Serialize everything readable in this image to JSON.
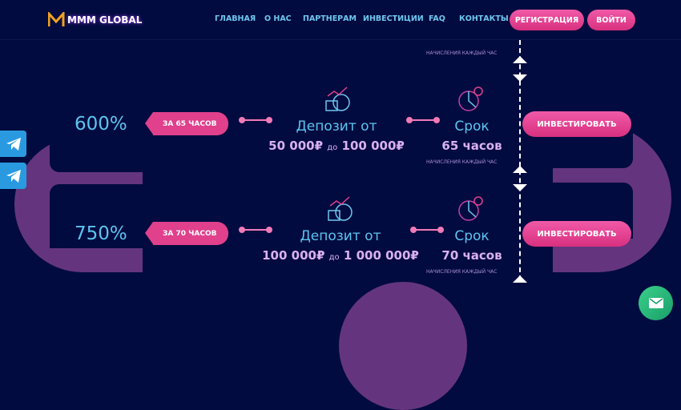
{
  "header": {
    "logo": "MMM GLOBAL",
    "nav": [
      "ГЛАВНАЯ",
      "О НАС",
      "ПАРТНЕРАМ",
      "ИНВЕСТИЦИИ",
      "FAQ",
      "КОНТАКТЫ"
    ],
    "register": "РЕГИСТРАЦИЯ",
    "login": "ВОЙТИ"
  },
  "top_note": "НАЧИСЛЕНИЯ КАЖДЫЙ ЧАС",
  "plans": [
    {
      "percent": "600%",
      "tag": "ЗА 65 ЧАСОВ",
      "deposit_label": "Депозит от",
      "deposit_from": "50 000₽",
      "deposit_sep": "до",
      "deposit_to": "100 000₽",
      "term_label": "Срок",
      "term": "65 часов",
      "note": "НАЧИСЛЕНИЯ КАЖДЫЙ ЧАС",
      "button": "ИНВЕСТИРОВАТЬ"
    },
    {
      "percent": "750%",
      "tag": "ЗА 70 ЧАСОВ",
      "deposit_label": "Депозит от",
      "deposit_from": "100 000₽",
      "deposit_sep": "до",
      "deposit_to": "1 000 000₽",
      "term_label": "Срок",
      "term": "70 часов",
      "note": "НАЧИСЛЕНИЯ КАЖДЫЙ ЧАС",
      "button": "ИНВЕСТИРОВАТЬ"
    }
  ],
  "colors": {
    "background": "#020b3f",
    "accent": "#e0408c",
    "blue": "#5cc4f0",
    "purple": "#64357e",
    "chat": "#2ec27e"
  }
}
